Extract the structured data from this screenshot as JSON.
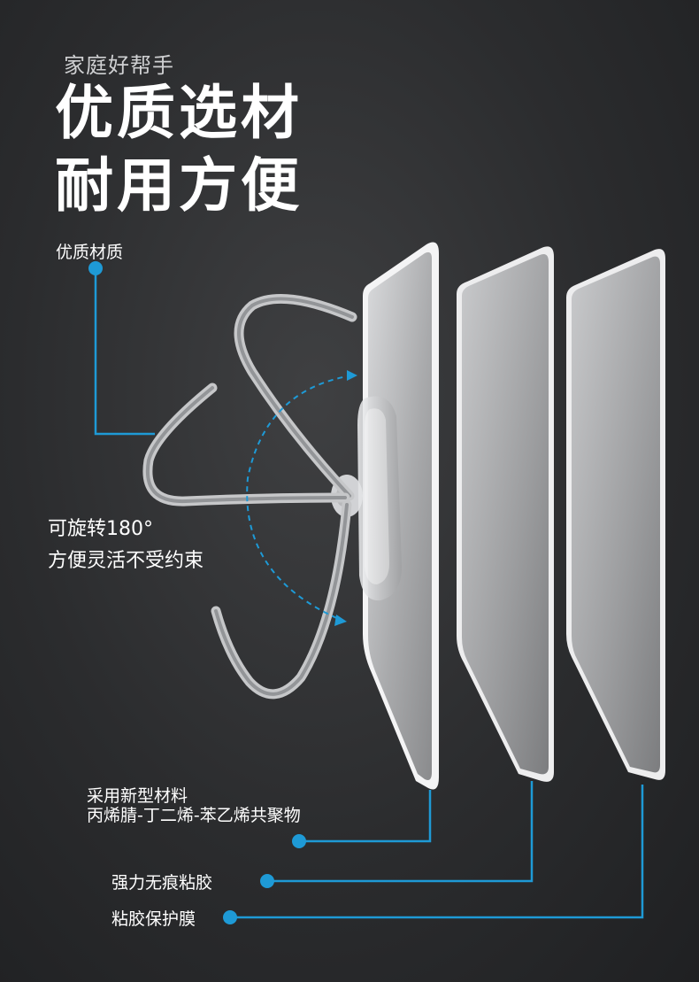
{
  "header": {
    "kicker": "家庭好帮手",
    "headline_line1": "优质选材",
    "headline_line2": "耐用方便"
  },
  "callouts": {
    "material": "优质材质",
    "rotate_line1": "可旋转180°",
    "rotate_line2": "方便灵活不受约束",
    "new_material_line1": "采用新型材料",
    "new_material_line2": "丙烯腈-丁二烯-苯乙烯共聚物",
    "adhesive": "强力无痕粘胶",
    "film": "粘胶保护膜"
  },
  "colors": {
    "accent": "#1e9ad6",
    "background": "#2b2c2e",
    "text": "#ffffff"
  }
}
